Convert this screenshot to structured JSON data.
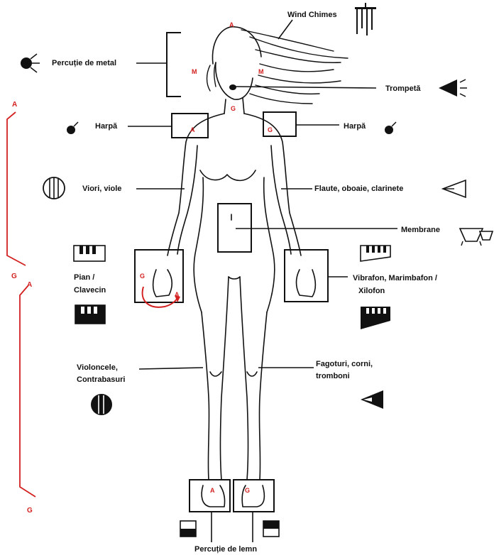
{
  "labels": {
    "wind_chimes": "Wind Chimes",
    "metal_percussion": "Percuție de metal",
    "trumpet": "Trompetă",
    "harp_left": "Harpă",
    "harp_right": "Harpă",
    "violins": "Viori, viole",
    "woodwinds": "Flaute, oboaie, clarinete",
    "membranes": "Membrane",
    "piano_line1": "Pian /",
    "piano_line2": "Clavecin",
    "vibraphone_line1": "Vibrafon, Marimbafon /",
    "vibraphone_line2": "Xilofon",
    "cellos_line1": "Violoncele,",
    "cellos_line2": "Contrabasuri",
    "brass_line1": "Fagoturi, corni,",
    "brass_line2": "tromboni",
    "wood_percussion": "Percuție de lemn"
  },
  "markers": {
    "head_top": "A",
    "cheek_left": "M",
    "cheek_right": "M",
    "chin": "G",
    "shoulder_left": "A",
    "shoulder_right": "G",
    "hand_left_g": "G",
    "hand_left_a": "A",
    "foot_left": "A",
    "foot_right": "G",
    "scale_upper_top": "A",
    "scale_upper_bottom": "G",
    "scale_lower_top": "A",
    "scale_lower_bottom": "G"
  },
  "colors": {
    "ink": "#111111",
    "accent_red": "#d42020",
    "background": "#ffffff"
  },
  "icons": [
    "wind-chimes-icon",
    "metal-percussion-icon",
    "trumpet-icon",
    "harp-icon",
    "violin-icon",
    "woodwind-icon",
    "membrane-drums-icon",
    "piano-keys-icon",
    "vibraphone-icon",
    "cello-icon",
    "brass-icon",
    "wood-block-icon"
  ]
}
